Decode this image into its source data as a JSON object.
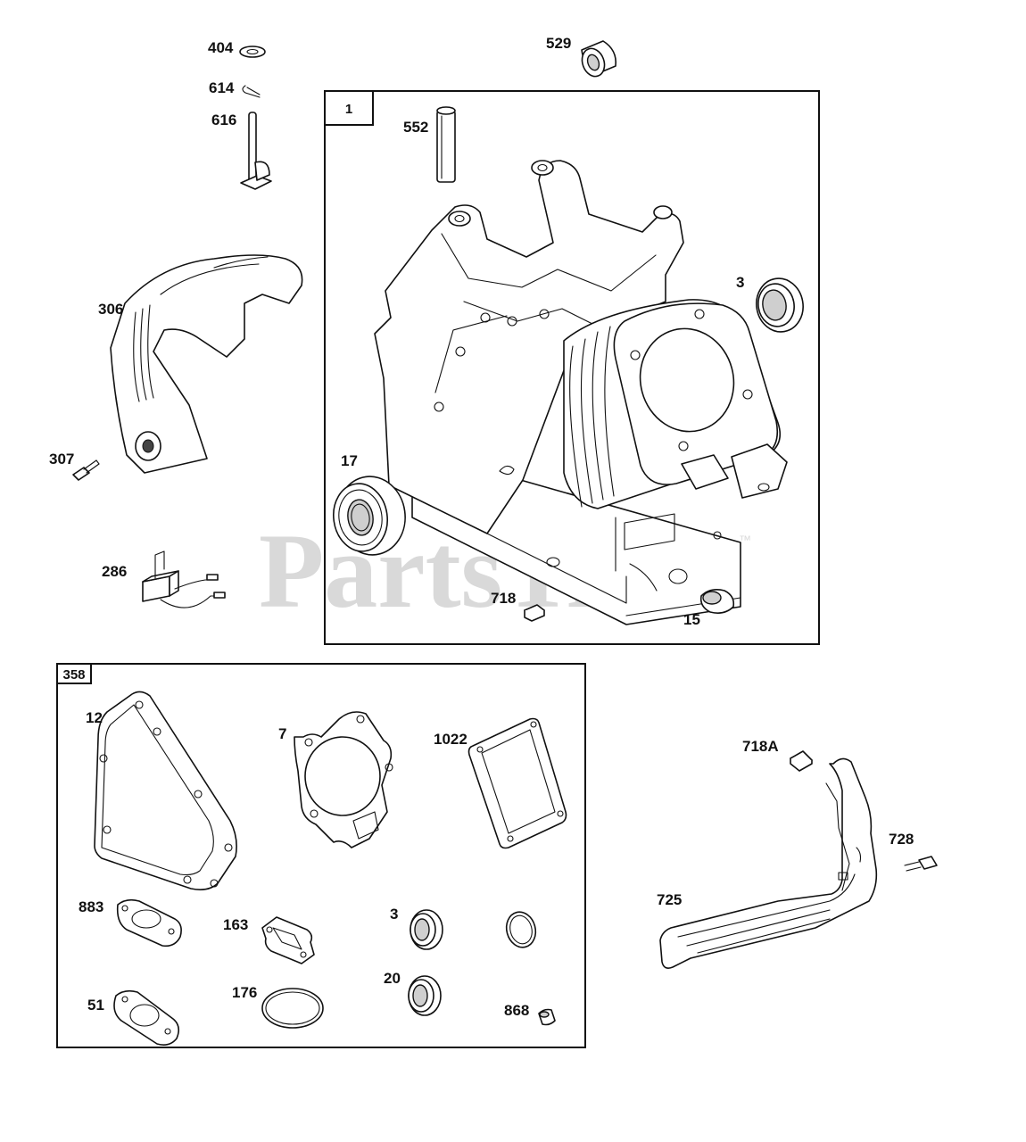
{
  "watermark": {
    "text": "PartsTree",
    "trademark": "™"
  },
  "groups": {
    "engine_block": {
      "ref": "1"
    },
    "gasket_set": {
      "ref": "358"
    }
  },
  "labels": {
    "p404": "404",
    "p614": "614",
    "p616": "616",
    "p529": "529",
    "p552": "552",
    "p3a": "3",
    "p306": "306",
    "p307": "307",
    "p17": "17",
    "p286": "286",
    "p718": "718",
    "p15": "15",
    "p12": "12",
    "p7": "7",
    "p1022": "1022",
    "p883": "883",
    "p163": "163",
    "p3b": "3",
    "p51": "51",
    "p176": "176",
    "p20": "20",
    "p868": "868",
    "p718a": "718A",
    "p728": "728",
    "p725": "725"
  },
  "colors": {
    "line": "#111111",
    "watermark": "#d9d9d9",
    "background": "#ffffff"
  }
}
